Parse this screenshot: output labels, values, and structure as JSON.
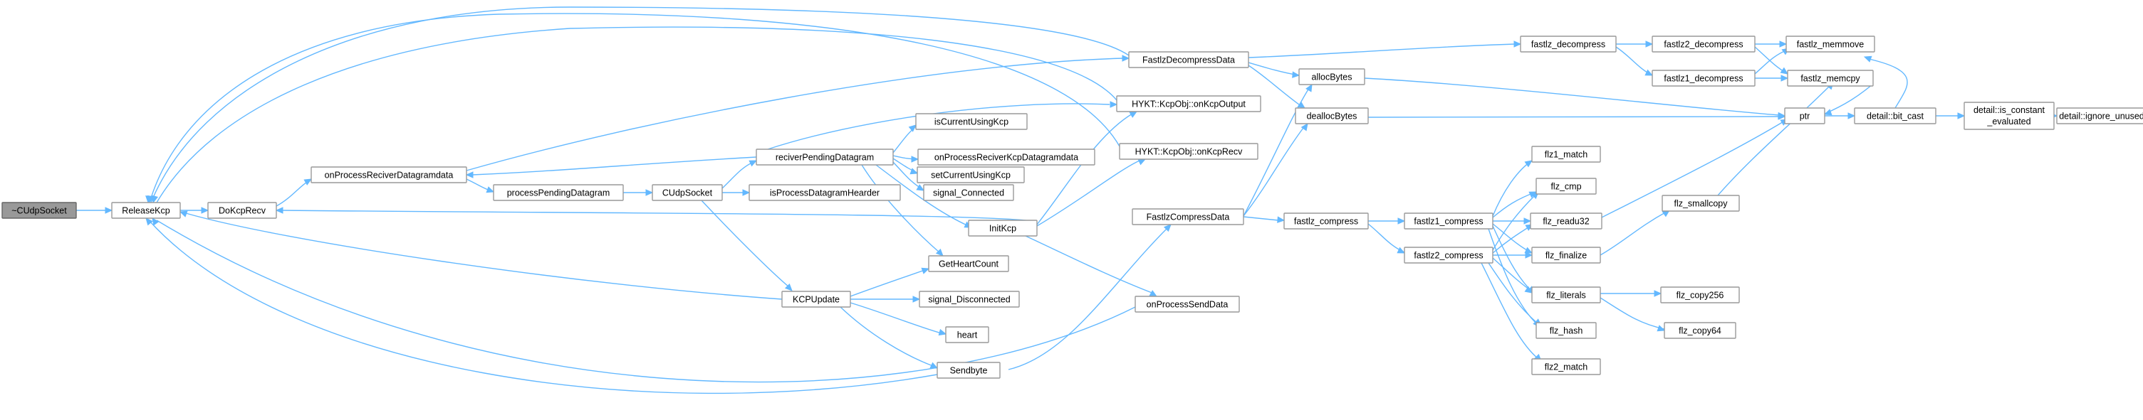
{
  "graph": {
    "nodes": {
      "cudp_dtor": "~CUdpSocket",
      "release_kcp": "ReleaseKcp",
      "do_kcp_recv": "DoKcpRecv",
      "on_process_reciver": "onProcessReciverDatagramdata",
      "process_pending": "processPendingDatagram",
      "cudp_socket": "CUdpSocket",
      "reciver_pending": "reciverPendingDatagram",
      "is_process_header": "isProcessDatagramHearder",
      "kcp_update": "KCPUpdate",
      "is_current_kcp": "isCurrentUsingKcp",
      "on_process_kcp": "onProcessReciverKcpDatagramdata",
      "set_current_kcp": "setCurrentUsingKcp",
      "signal_connected": "signal_Connected",
      "init_kcp": "InitKcp",
      "get_heart_count": "GetHeartCount",
      "signal_disconnected": "signal_Disconnected",
      "heart": "heart",
      "send_byte": "Sendbyte",
      "fastlz_decompress_data": "FastlzDecompressData",
      "on_kcp_output": "HYKT::KcpObj::onKcpOutput",
      "on_kcp_recv": "HYKT::KcpObj::onKcpRecv",
      "fastlz_compress_data": "FastlzCompressData",
      "on_process_send": "onProcessSendData",
      "alloc_bytes": "allocBytes",
      "dealloc_bytes": "deallocBytes",
      "fastlz_decompress": "fastlz_decompress",
      "fastlz_compress": "fastlz_compress",
      "fastlz2_decompress": "fastlz2_decompress",
      "fastlz1_decompress": "fastlz1_decompress",
      "fastlz_memmove": "fastlz_memmove",
      "fastlz_memcpy": "fastlz_memcpy",
      "fastlz1_compress": "fastlz1_compress",
      "fastlz2_compress": "fastlz2_compress",
      "flz1_match": "flz1_match",
      "flz_cmp": "flz_cmp",
      "flz_readu32": "flz_readu32",
      "flz_finalize": "flz_finalize",
      "flz_literals": "flz_literals",
      "flz_hash": "flz_hash",
      "flz2_match": "flz2_match",
      "flz_smallcopy": "flz_smallcopy",
      "flz_copy256": "flz_copy256",
      "flz_copy64": "flz_copy64",
      "ptr": "ptr",
      "detail_bit_cast": "detail::bit_cast",
      "detail_is_constant_1": "detail::is_constant",
      "detail_is_constant_2": "_evaluated",
      "detail_ignore_unused": "detail::ignore_unused"
    }
  }
}
